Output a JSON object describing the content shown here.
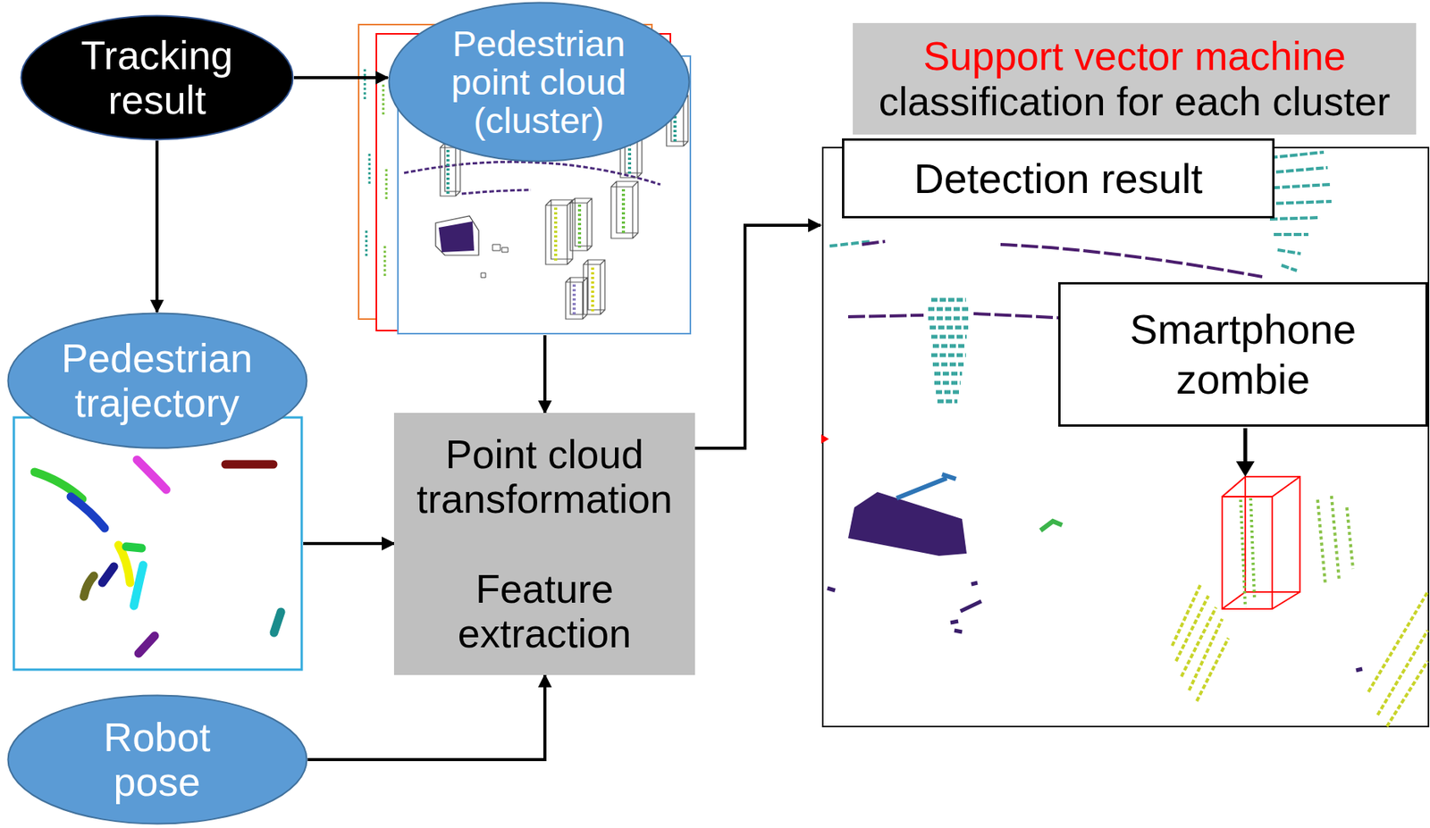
{
  "diagram": {
    "nodes": [
      {
        "text": [
          "Tracking result"
        ]
      },
      {
        "text": [
          "Pedestrian point cloud (cluster)"
        ]
      },
      {
        "text": [
          "Pedestrian trajectory"
        ]
      },
      {
        "text": [
          "Robot pose"
        ]
      },
      {
        "text": [
          "Point cloud transformation",
          "Feature extraction"
        ]
      },
      {
        "text": [
          "Support vector machine",
          "classification for each cluster"
        ]
      },
      {
        "text": [
          "Detection result"
        ]
      },
      {
        "text": [
          "Smartphone zombie"
        ]
      }
    ],
    "edges": [
      {
        "from": 0,
        "to": 1,
        "arrow": "to"
      },
      {
        "from": 0,
        "to": 2,
        "arrow": "to"
      },
      {
        "from": 1,
        "to": 4,
        "arrow": "to"
      },
      {
        "from": 2,
        "to": 4,
        "arrow": "to"
      },
      {
        "from": 3,
        "to": 4,
        "arrow": "to"
      },
      {
        "from": 4,
        "to": 6,
        "arrow": "to"
      }
    ]
  }
}
